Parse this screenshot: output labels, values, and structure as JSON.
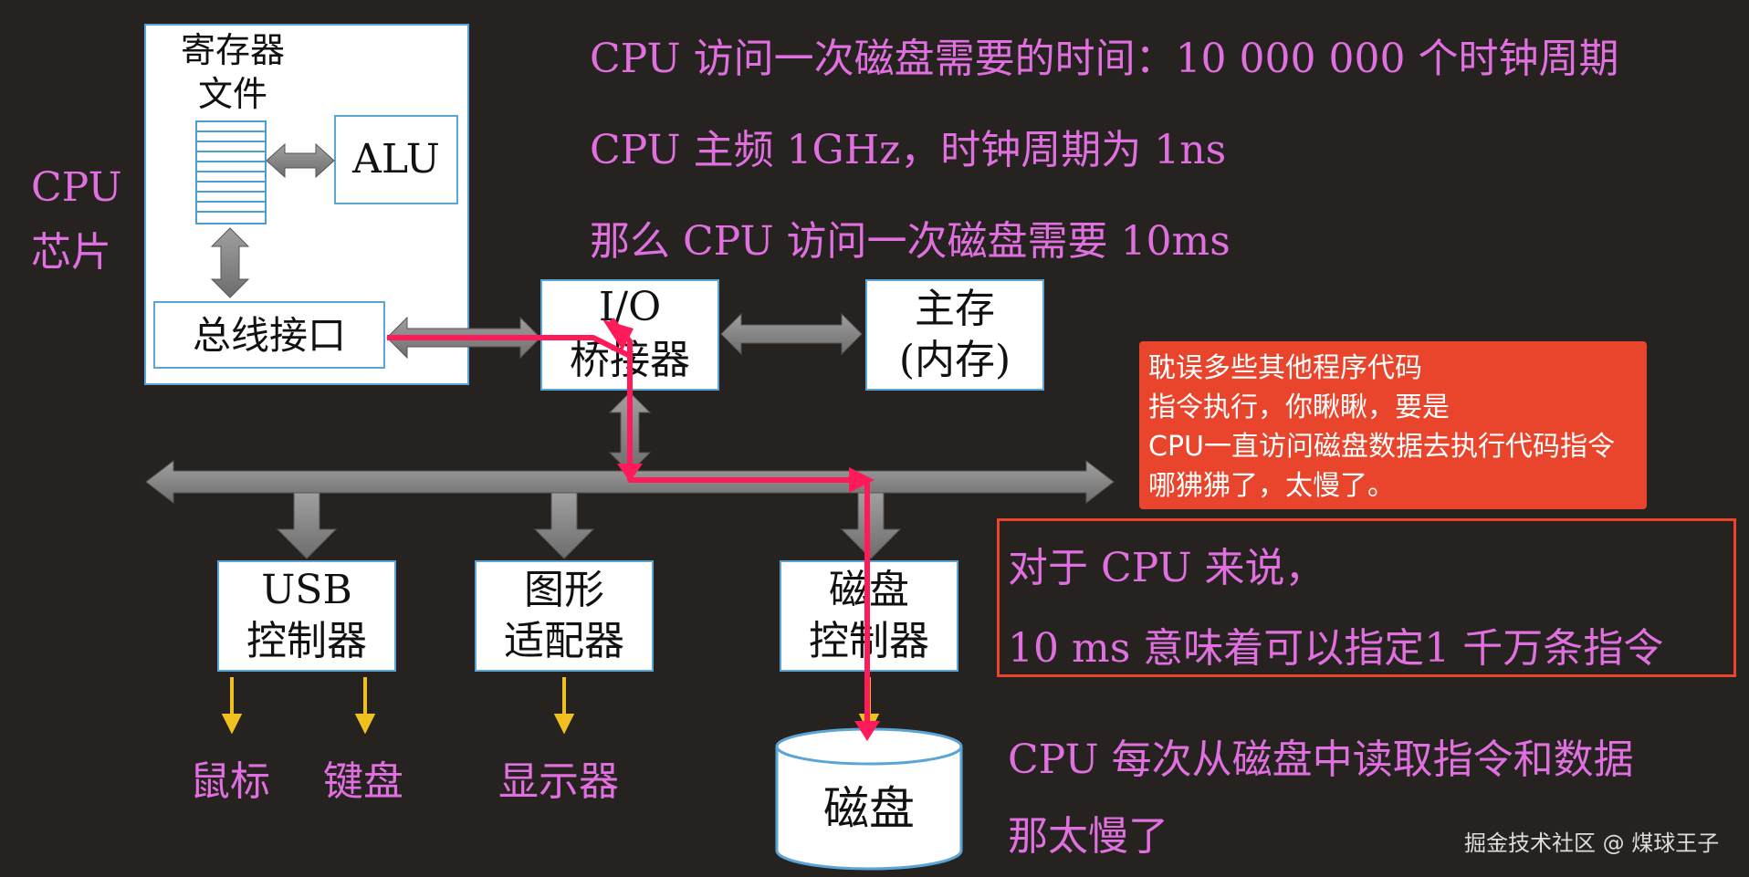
{
  "text": {
    "line1": "CPU 访问一次磁盘需要的时间：10 000 000 个时钟周期",
    "line2": "CPU 主频 1GHz，时钟周期为 1ns",
    "line3": "那么 CPU 访问一次磁盘需要 10ms",
    "cpu_label_1": "CPU",
    "cpu_label_2": "芯片",
    "note_lines": [
      "耽误多些其他程序代码",
      "指令执行，你瞅瞅，要是",
      "CPU一直访问磁盘数据去执行代码指令",
      "哪狒狒了，太慢了。"
    ],
    "frame_line1": "对于 CPU 来说，",
    "frame_line2": "10 ms 意味着可以指定1 千万条指令",
    "bottom_line1": "CPU 每次从磁盘中读取指令和数据",
    "bottom_line2": "那太慢了",
    "watermark": "掘金技术社区 @ 煤球王子"
  },
  "blocks": {
    "regfile_1": "寄存器",
    "regfile_2": "文件",
    "alu": "ALU",
    "bus_interface": "总线接口",
    "io_bridge_1": "I/O",
    "io_bridge_2": "桥接器",
    "main_memory_1": "主存",
    "main_memory_2": "(内存)",
    "usb_1": "USB",
    "usb_2": "控制器",
    "graphics_1": "图形",
    "graphics_2": "适配器",
    "disk_ctrl_1": "磁盘",
    "disk_ctrl_2": "控制器",
    "disk": "磁盘",
    "mouse": "鼠标",
    "keyboard": "键盘",
    "display": "显示器"
  },
  "colors": {
    "background": "#262220",
    "pink_text": "#e070e0",
    "box_border": "#5aa5d6",
    "bus_gray": "#8e8e8e",
    "path_red": "#ff1a5a",
    "note_bg": "#e8452c",
    "yellow": "#f0c020"
  }
}
